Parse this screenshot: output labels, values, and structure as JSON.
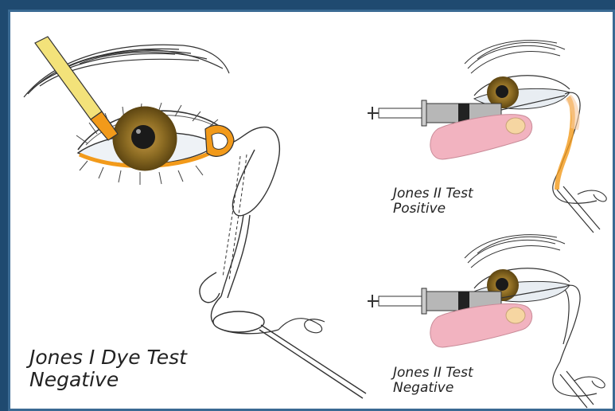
{
  "captions": {
    "jones1": {
      "line1": "Jones I  Dye Test",
      "line2": "Negative"
    },
    "jones2_positive": {
      "line1": "Jones II Test",
      "line2": "Positive"
    },
    "jones2_negative": {
      "line1": "Jones II Test",
      "line2": "Negative"
    }
  },
  "colors": {
    "frame": "#1f4a70",
    "iris": "#8a6a22",
    "dye": "#f29a1a",
    "applicator": "#f3e27a",
    "finger": "#f2b3c0"
  }
}
